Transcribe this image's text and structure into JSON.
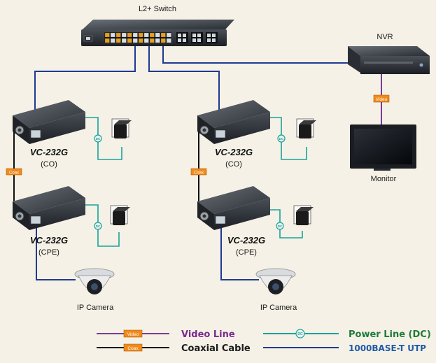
{
  "labels": {
    "switch": "L2+ Switch",
    "nvr": "NVR",
    "monitor": "Monitor",
    "video_tag": "Video",
    "coax_tag": "Coax",
    "dc_tag": "DC",
    "converter_model": "VC-232G",
    "co_role": "(CO)",
    "cpe_role": "(CPE)",
    "camera": "IP Camera"
  },
  "legend": {
    "video": "Video Line",
    "power": "Power Line (DC)",
    "coax": "Coaxial Cable",
    "utp": "1000BASE-T UTP"
  },
  "colors": {
    "background": "#f5f1e6",
    "video_line": "#7a3b96",
    "power_line": "#1aa39a",
    "coax_line": "#111111",
    "utp_line": "#1f3a93",
    "tag_fill": "#f08a1c",
    "legend_video_text": "#7a2b8f",
    "legend_power_text": "#1f7a3a",
    "legend_coax_text": "#1a1a1a",
    "legend_utp_text": "#1f5aa6"
  }
}
